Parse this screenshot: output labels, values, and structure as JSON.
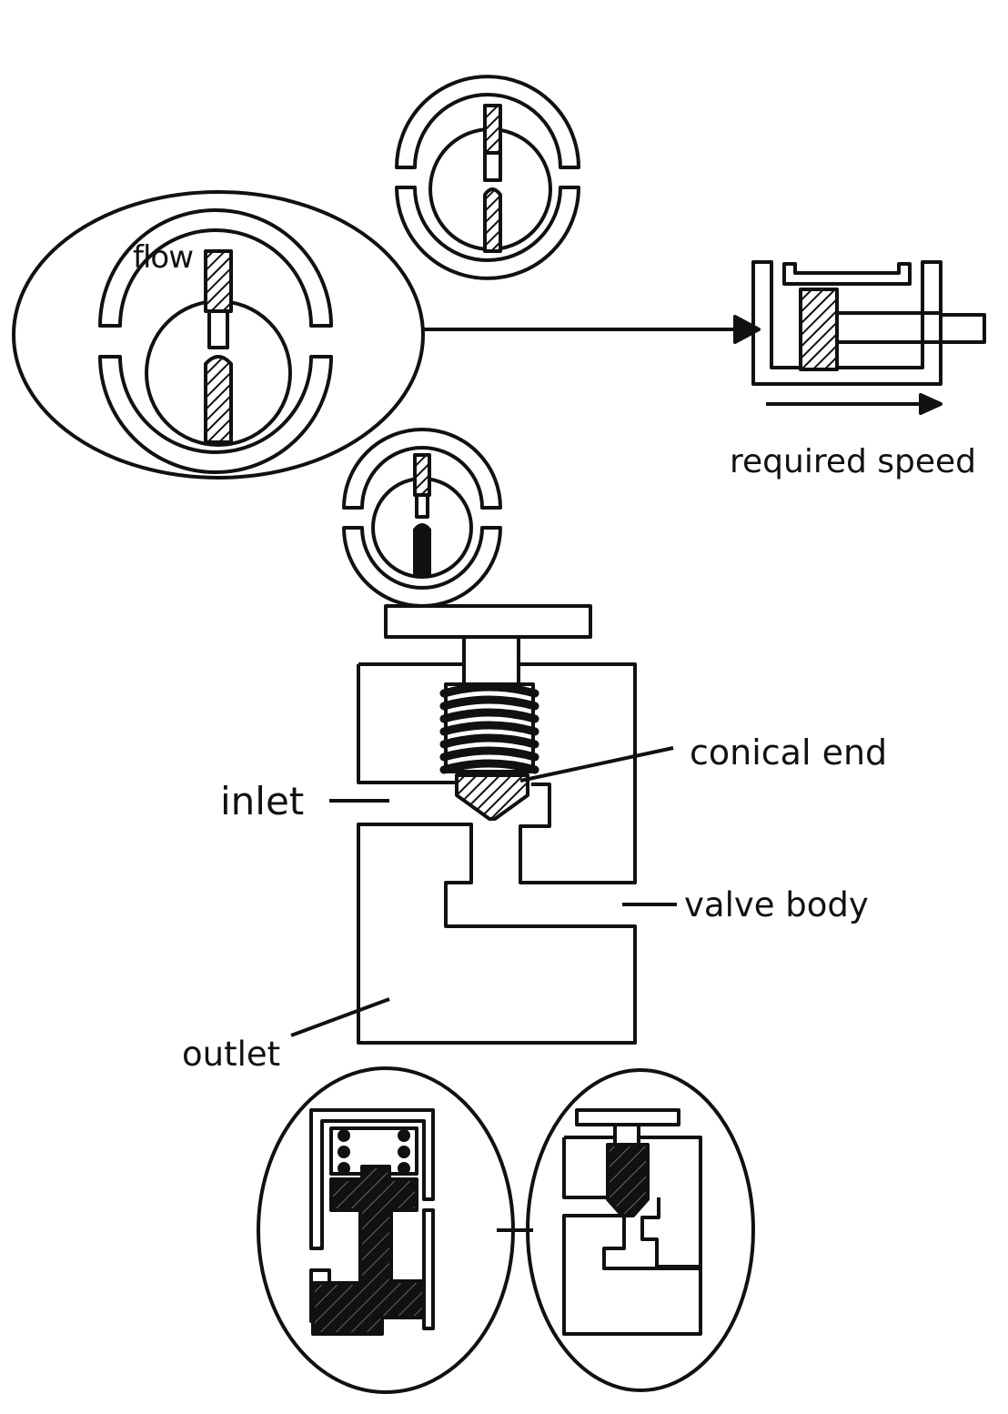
{
  "labels": {
    "flow": "flow",
    "required_speed": "required speed",
    "conical_end": "conical end",
    "inlet": "inlet",
    "valve_body": "valve body",
    "outlet": "outlet"
  },
  "colors": {
    "line": "#111111",
    "background": "#ffffff"
  }
}
